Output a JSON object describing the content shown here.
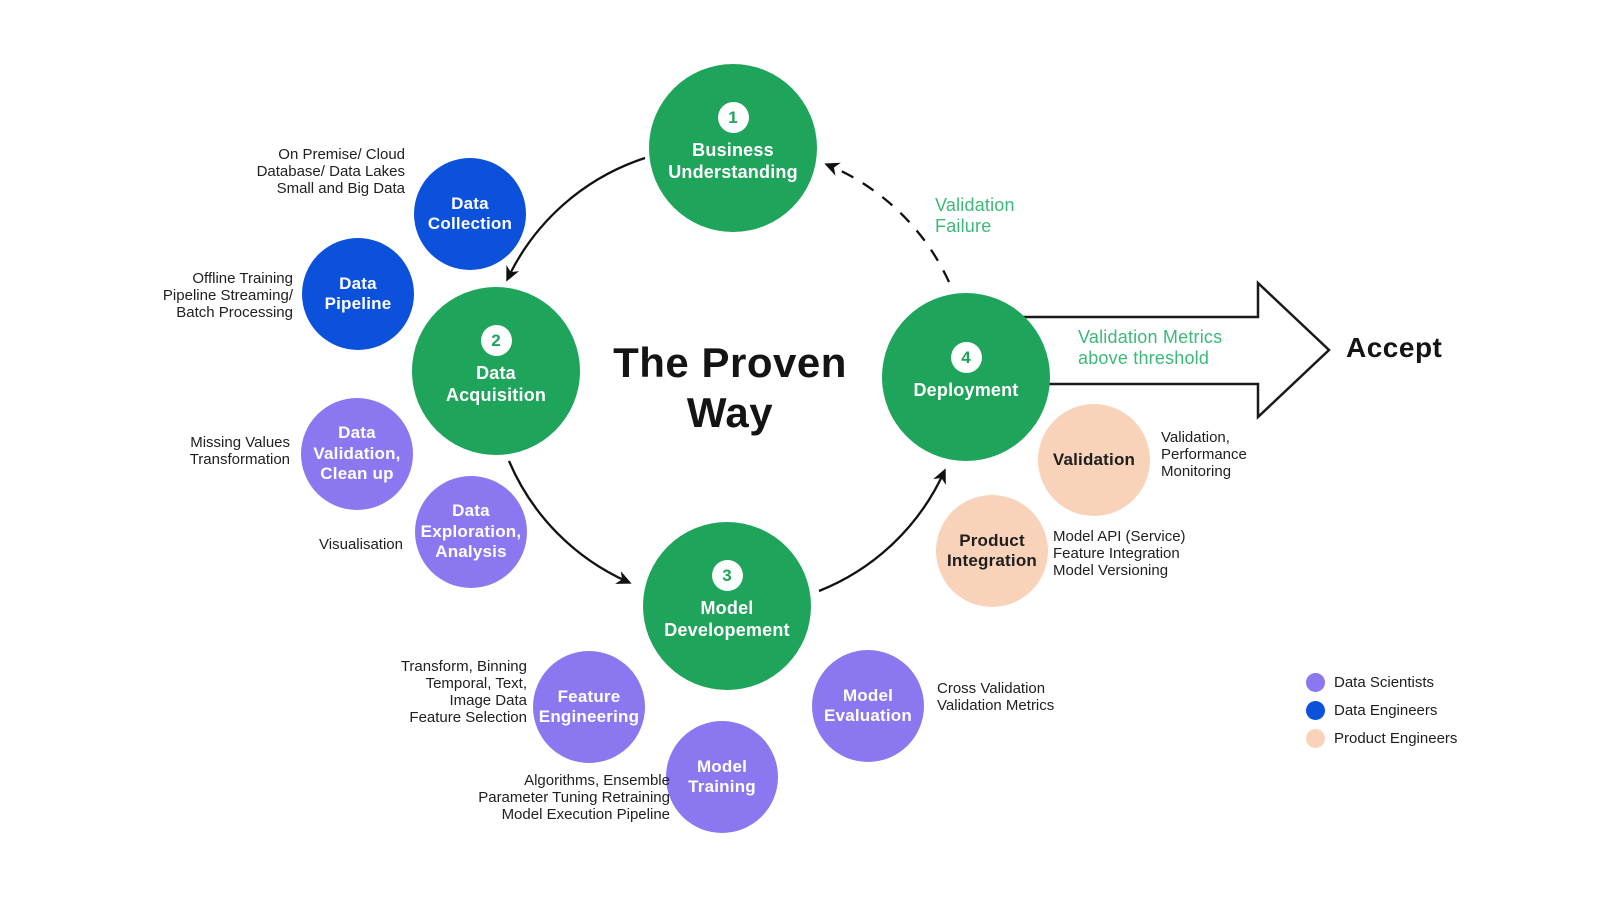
{
  "title": "The Proven\nWay",
  "accept_label": "Accept",
  "colors": {
    "green": "#1FA45B",
    "blue": "#0C51DB",
    "purple": "#8B78F0",
    "peach": "#F8D3BA",
    "green_text": "#3CB878",
    "ink": "#141414"
  },
  "stages": {
    "business_understanding": {
      "number": "1",
      "label": "Business\nUnderstanding"
    },
    "data_acquisition": {
      "number": "2",
      "label": "Data\nAcquisition"
    },
    "model_development": {
      "number": "3",
      "label": "Model\nDevelopement"
    },
    "deployment": {
      "number": "4",
      "label": "Deployment"
    }
  },
  "satellites": {
    "data_collection": {
      "label": "Data\nCollection",
      "annotation": "On Premise/ Cloud\nDatabase/ Data Lakes\nSmall and Big Data"
    },
    "data_pipeline": {
      "label": "Data\nPipeline",
      "annotation": "Offline Training\nPipeline Streaming/\nBatch Processing"
    },
    "data_validation": {
      "label": "Data\nValidation,\nClean up",
      "annotation": "Missing Values\nTransformation"
    },
    "data_exploration": {
      "label": "Data\nExploration,\nAnalysis",
      "annotation": "Visualisation"
    },
    "feature_engineering": {
      "label": "Feature\nEngineering",
      "annotation": "Transform, Binning\nTemporal, Text,\nImage Data\nFeature Selection"
    },
    "model_training": {
      "label": "Model\nTraining",
      "annotation": "Algorithms, Ensemble\nParameter Tuning Retraining\nModel Execution Pipeline"
    },
    "model_evaluation": {
      "label": "Model\nEvaluation",
      "annotation": "Cross Validation\nValidation Metrics"
    },
    "product_integration": {
      "label": "Product\nIntegration",
      "annotation": "Model API (Service)\nFeature Integration\nModel Versioning"
    },
    "validation": {
      "label": "Validation",
      "annotation": "Validation,\nPerformance\nMonitoring"
    }
  },
  "flow_labels": {
    "validation_failure": "Validation\nFailure",
    "validation_metrics": "Validation Metrics\nabove threshold"
  },
  "legend": {
    "items": [
      {
        "label": "Data Scientists",
        "color": "#8B78F0"
      },
      {
        "label": "Data Engineers",
        "color": "#0C51DB"
      },
      {
        "label": "Product Engineers",
        "color": "#F8D3BA"
      }
    ]
  }
}
